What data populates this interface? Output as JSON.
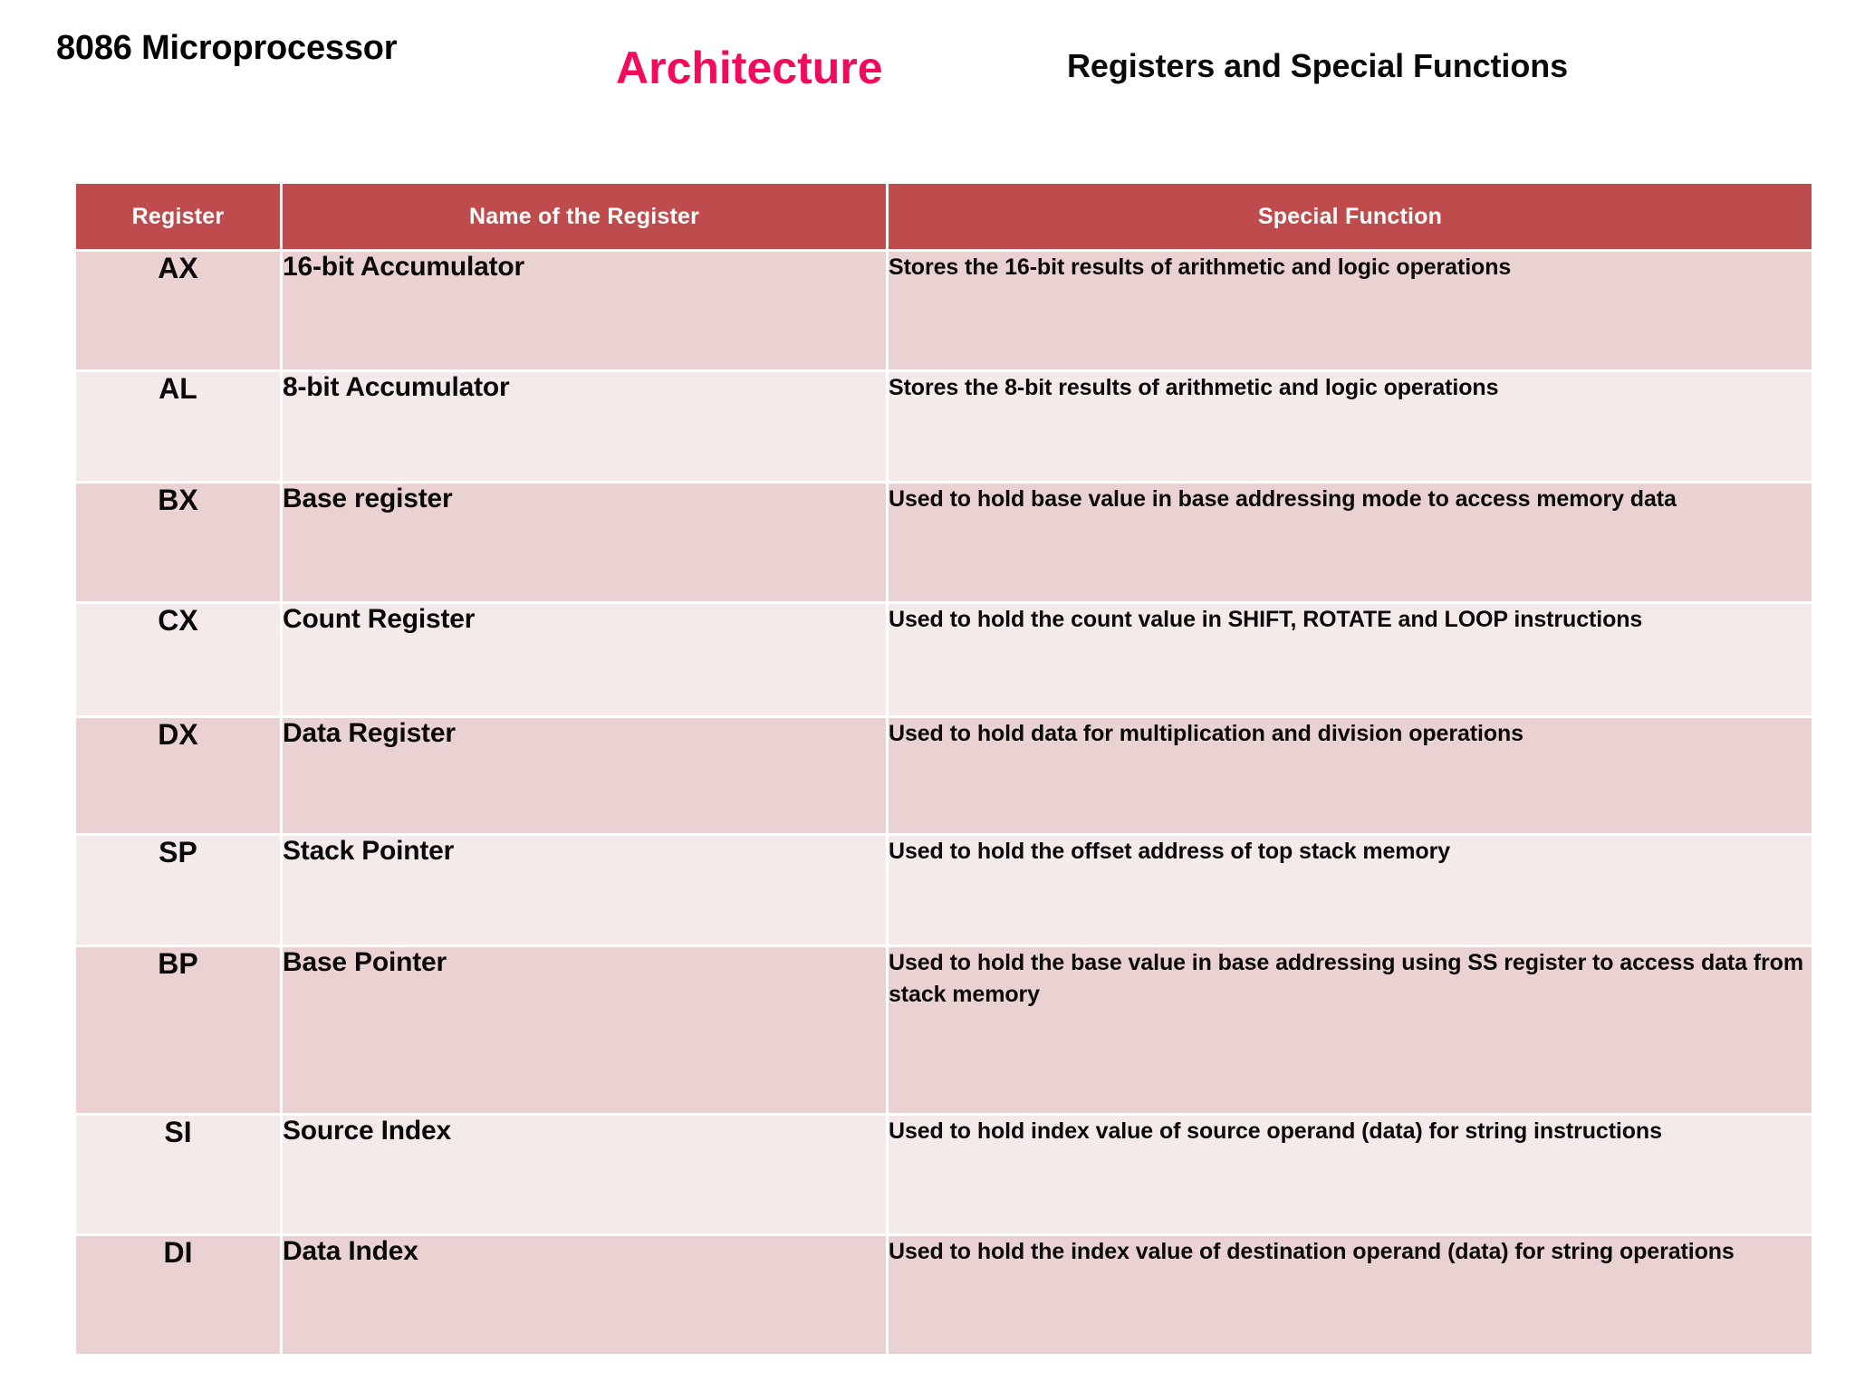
{
  "header": {
    "title_main": "8086 Microprocessor",
    "title_accent": "Architecture",
    "title_sub": "Registers and Special Functions",
    "accent_color": "#F20A5B"
  },
  "colors": {
    "table_header_bg": "#BF4C4C",
    "table_header_text": "#FFFFFF",
    "row_dark_bg": "#EBD2D2",
    "row_light_bg": "#F5EAEA",
    "page_bg": "#FFFFFF",
    "body_text": "#0A0A0A"
  },
  "table": {
    "columns": [
      "Register",
      "Name of the Register",
      "Special Function"
    ],
    "rows": [
      {
        "register": "AX",
        "name": "16-bit Accumulator",
        "function": "Stores the 16-bit results of arithmetic and logic operations"
      },
      {
        "register": "AL",
        "name": "8-bit Accumulator",
        "function": "Stores the 8-bit results of arithmetic and logic operations"
      },
      {
        "register": "BX",
        "name": "Base register",
        "function": "Used to hold base value in base addressing mode to access memory data"
      },
      {
        "register": "CX",
        "name": "Count Register",
        "function": "Used to hold the count value in SHIFT, ROTATE and LOOP instructions"
      },
      {
        "register": "DX",
        "name": "Data Register",
        "function": "Used to hold data for multiplication and division operations"
      },
      {
        "register": "SP",
        "name": "Stack Pointer",
        "function": "Used to hold the offset address of top stack memory"
      },
      {
        "register": "BP",
        "name": "Base Pointer",
        "function": "Used to hold the base value in base addressing using SS register to access data from stack memory"
      },
      {
        "register": "SI",
        "name": "Source Index",
        "function": "Used to hold index value of source operand (data) for string instructions"
      },
      {
        "register": "DI",
        "name": "Data Index",
        "function": "Used to hold the index value of destination operand (data) for string operations"
      }
    ]
  }
}
